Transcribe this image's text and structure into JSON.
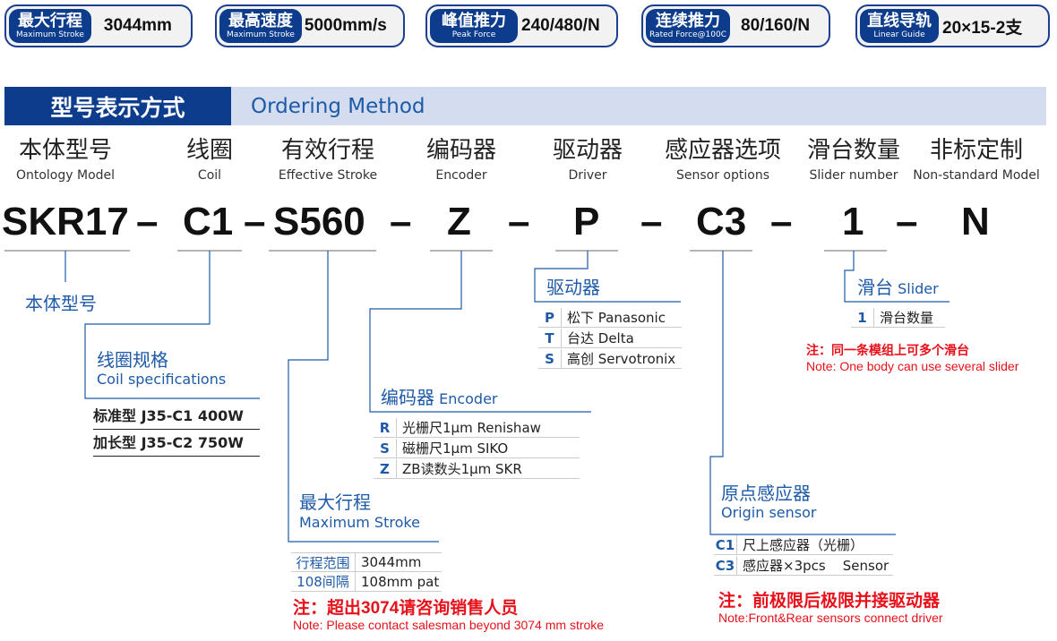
{
  "badges": [
    {
      "cn": "最大行程",
      "en": "Maximum Stroke",
      "value": "3044mm"
    },
    {
      "cn": "最高速度",
      "en": "Maximum Stroke",
      "value": "5000mm/s"
    },
    {
      "cn": "峰值推力",
      "en": "Peak Force",
      "value": "240/480/N"
    },
    {
      "cn": "连续推力",
      "en": "Rated Force@100C",
      "value": "80/160/N"
    },
    {
      "cn": "直线导轨",
      "en": "Linear Guide",
      "value": "20×15-2支"
    }
  ],
  "header": {
    "cn": "型号表示方式",
    "en": "Ordering Method"
  },
  "columns": [
    {
      "cn": "本体型号",
      "en": "Ontology Model"
    },
    {
      "cn": "线圈",
      "en": "Coil"
    },
    {
      "cn": "有效行程",
      "en": "Effective Stroke"
    },
    {
      "cn": "编码器",
      "en": "Encoder"
    },
    {
      "cn": "驱动器",
      "en": "Driver"
    },
    {
      "cn": "感应器选项",
      "en": "Sensor options"
    },
    {
      "cn": "滑台数量",
      "en": "Slider number"
    },
    {
      "cn": "非标定制",
      "en": "Non-standard Model"
    }
  ],
  "code": {
    "model": "SKR17",
    "coil": "C1",
    "stroke": "S560",
    "encoder": "Z",
    "driver": "P",
    "sensor": "C3",
    "slider": "1",
    "custom": "N",
    "dash": "–"
  },
  "model": {
    "label": "本体型号"
  },
  "coil": {
    "label_cn": "线圈规格",
    "label_en": "Coil specifications",
    "rows": [
      "标准型 J35-C1 400W",
      "加长型 J35-C2 750W"
    ]
  },
  "stroke": {
    "label_cn": "最大行程",
    "label_en": "Maximum Stroke",
    "rows": [
      {
        "k": "行程范围",
        "v": "3044mm"
      },
      {
        "k": "108间隔",
        "v": "108mm pat"
      }
    ],
    "note_cn": "注：超出3074请咨询销售人员",
    "note_en": "Note: Please contact salesman beyond 3074 mm stroke"
  },
  "encoder": {
    "label_cn": "编码器",
    "label_en": "Encoder",
    "rows": [
      {
        "k": "R",
        "v": "光栅尺1μm Renishaw"
      },
      {
        "k": "S",
        "v": "磁栅尺1μm SIKO"
      },
      {
        "k": "Z",
        "v": "ZB读数头1μm SKR"
      }
    ]
  },
  "driver": {
    "label": "驱动器",
    "rows": [
      {
        "k": "P",
        "v": "松下 Panasonic"
      },
      {
        "k": "T",
        "v": "台达 Delta"
      },
      {
        "k": "S",
        "v": "高创 Servotronix"
      }
    ]
  },
  "sensor": {
    "label_cn": "原点感应器",
    "label_en": "Origin sensor",
    "rows": [
      {
        "k": "C1",
        "v": "尺上感应器（光栅）"
      },
      {
        "k": "C3",
        "v": "感应器×3pcs    Sensor"
      }
    ],
    "note_cn": "注：前极限后极限并接驱动器",
    "note_en": "Note:Front&Rear sensors connect driver"
  },
  "slider": {
    "label_cn": "滑台",
    "label_en": "Slider",
    "rows": [
      {
        "k": "1",
        "v": "滑台数量"
      }
    ],
    "note_cn": "注：同一条模组上可多个滑台",
    "note_en": "Note: One body can use several slider"
  }
}
